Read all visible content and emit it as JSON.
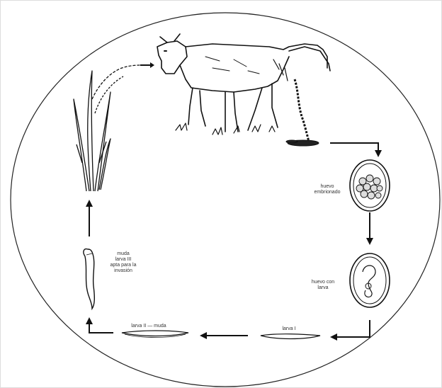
{
  "diagram": {
    "stages": [
      {
        "id": "egg_embryonated",
        "label_lines": [
          "huevo",
          "embrionado"
        ]
      },
      {
        "id": "egg_with_larva",
        "label_lines": [
          "huevo con",
          "larva"
        ]
      },
      {
        "id": "larva_1",
        "label_lines": [
          "larva I"
        ]
      },
      {
        "id": "larva_2",
        "label_lines": [
          "larva II — muda"
        ]
      },
      {
        "id": "larva_3",
        "label_lines": [
          "muda",
          "larva III",
          "apta para la",
          "invasión"
        ]
      }
    ],
    "icons": [
      "cow-icon",
      "grass-icon",
      "dung-icon",
      "egg-icon",
      "larva-icon"
    ]
  }
}
